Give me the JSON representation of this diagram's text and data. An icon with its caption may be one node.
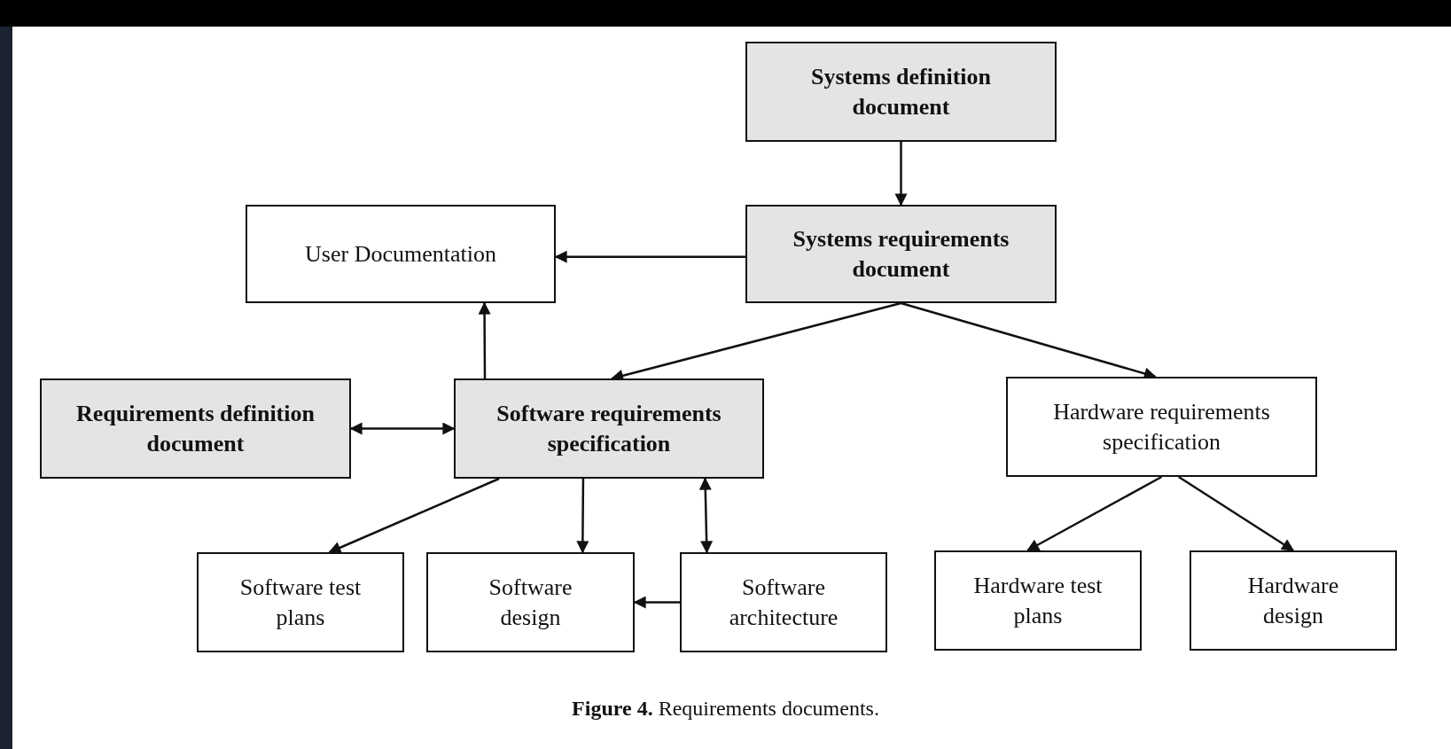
{
  "diagram": {
    "caption": "**Figure 4.** Requirements documents.",
    "nodes": [
      {
        "text": [
          "Systems definition document"
        ]
      },
      {
        "text": [
          "User Documentation"
        ]
      },
      {
        "text": [
          "Systems requirements document"
        ]
      },
      {
        "text": [
          "Requirements definition document"
        ]
      },
      {
        "text": [
          "Software requirements specification"
        ]
      },
      {
        "text": [
          "Hardware requirements specification"
        ]
      },
      {
        "text": [
          "Software test plans"
        ]
      },
      {
        "text": [
          "Software design"
        ]
      },
      {
        "text": [
          "Software architecture"
        ]
      },
      {
        "text": [
          "Hardware test plans"
        ]
      },
      {
        "text": [
          "Hardware design"
        ]
      }
    ],
    "edges": [
      {
        "from": 0,
        "to": 2,
        "arrow": "to"
      },
      {
        "from": 2,
        "to": 1,
        "arrow": "to"
      },
      {
        "from": 2,
        "to": 4,
        "arrow": "to"
      },
      {
        "from": 2,
        "to": 5,
        "arrow": "to"
      },
      {
        "from": 4,
        "to": 1,
        "arrow": "to"
      },
      {
        "from": 3,
        "to": 4,
        "arrow": "both"
      },
      {
        "from": 4,
        "to": 6,
        "arrow": "to"
      },
      {
        "from": 4,
        "to": 7,
        "arrow": "to"
      },
      {
        "from": 8,
        "to": 4,
        "arrow": "both"
      },
      {
        "from": 8,
        "to": 7,
        "arrow": "to"
      },
      {
        "from": 5,
        "to": 9,
        "arrow": "to"
      },
      {
        "from": 5,
        "to": 10,
        "arrow": "to"
      }
    ]
  }
}
